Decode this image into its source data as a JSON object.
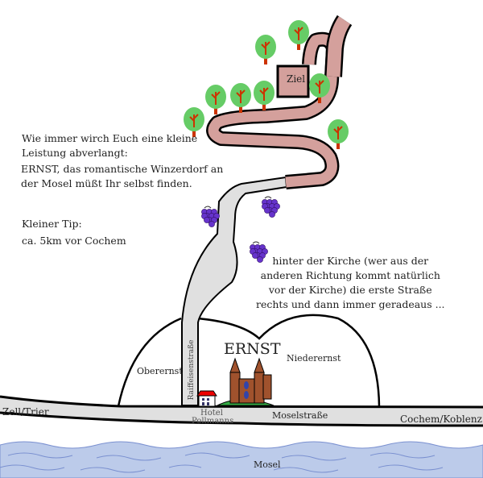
{
  "intro": {
    "line1": "Wie immer wirch Euch eine kleine",
    "line2": "Leistung abverlangt:",
    "line3": "ERNST, das romantische Winzerdorf an",
    "line4": "der Mosel müßt Ihr selbst finden."
  },
  "tip": {
    "title": "Kleiner Tip:",
    "text": "ca. 5km vor Cochem"
  },
  "directions": {
    "line1": "hinter der Kirche (wer aus der",
    "line2": "anderen Richtung kommt natürlich",
    "line3": "vor der Kirche) die erste Straße",
    "line4": "rechts und dann immer geradeaus ..."
  },
  "labels": {
    "goal": "Ziel",
    "village": "ERNST",
    "upper_village": "Oberernst",
    "lower_village": "Niederernst",
    "side_street": "Raiffeisenstraße",
    "hotel_line1": "Hotel",
    "hotel_line2": "Pollmanns",
    "main_road": "Moselstraße",
    "west": "Zell/Trier",
    "east": "Cochem/Koblenz",
    "river": "Mosel"
  },
  "colors": {
    "path": "#d4a09c",
    "road": "#e0e0e0",
    "river": "#bccbea",
    "tree": "#66cc66",
    "trunk": "#cc3300",
    "church": "#a0522d",
    "grapes": "#6633cc"
  }
}
